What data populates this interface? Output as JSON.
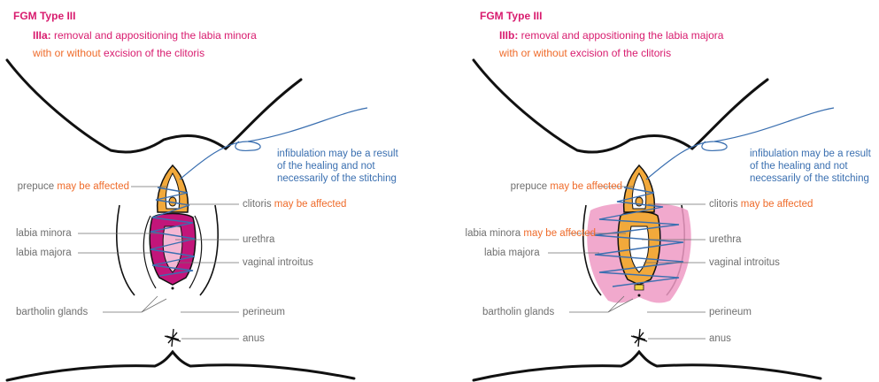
{
  "panels": [
    {
      "title": "FGM Type III",
      "subtitle": {
        "code": "IIIa:",
        "line1_rest": " removal and appositioning the labia minora",
        "line2_a": "with or without",
        "line2_b": " excision of the clitoris"
      },
      "note": [
        "infibulation may be a result",
        "of the healing and not",
        "necessarily of the stitching"
      ],
      "labels": {
        "prepuce": "prepuce",
        "prepuce_note": "may be affected",
        "clitoris": "clitoris",
        "clitoris_note": "may be affected",
        "labia_minora": "labia minora",
        "labia_minora_note": "",
        "labia_majora": "labia majora",
        "urethra": "urethra",
        "vaginal_introitus": "vaginal introitus",
        "bartholin_glands": "bartholin glands",
        "perineum": "perineum",
        "anus": "anus"
      }
    },
    {
      "title": "FGM Type III",
      "subtitle": {
        "code": "IIIb:",
        "line1_rest": " removal and appositioning the labia majora",
        "line2_a": "with or without",
        "line2_b": " excision of the clitoris"
      },
      "note": [
        "infibulation may be a result",
        "of the healing and not",
        "necessarily of the stitching"
      ],
      "labels": {
        "prepuce": "prepuce",
        "prepuce_note": "may be affected",
        "clitoris": "clitoris",
        "clitoris_note": "may be affected",
        "labia_minora": "labia minora",
        "labia_minora_note": "may be affected",
        "labia_majora": "labia majora",
        "urethra": "urethra",
        "vaginal_introitus": "vaginal introitus",
        "bartholin_glands": "bartholin glands",
        "perineum": "perineum",
        "anus": "anus"
      }
    }
  ],
  "colors": {
    "title": "#d81b6e",
    "emphasis": "#ef6b2a",
    "label": "#6f6f6f",
    "stitch": "#3a6fb0",
    "labia_minora_fill": "#c2157a",
    "labia_majora_fill": "#ef9ac4",
    "clitoral_hood_fill": "#f2a93b",
    "outline": "#111111"
  }
}
